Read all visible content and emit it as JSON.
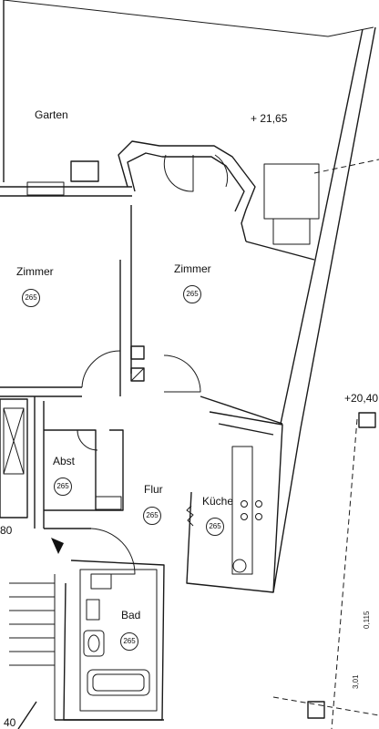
{
  "rooms": {
    "garten": "Garten",
    "zimmer_left": {
      "label": "Zimmer",
      "number": "265"
    },
    "zimmer_right": {
      "label": "Zimmer",
      "number": "265"
    },
    "abst": {
      "label": "Abst",
      "number": "265"
    },
    "flur": {
      "label": "Flur",
      "number": "265"
    },
    "kueche": {
      "label": "Küche",
      "number": "265"
    },
    "bad": {
      "label": "Bad",
      "number": "265"
    }
  },
  "elevations": {
    "garden": "+ 21,65",
    "right": "+20,40"
  },
  "edge_fragments": {
    "left_number": "80",
    "bottom_number": "40"
  },
  "dimensions": {
    "d1": "0,115",
    "d2": "3,01"
  }
}
